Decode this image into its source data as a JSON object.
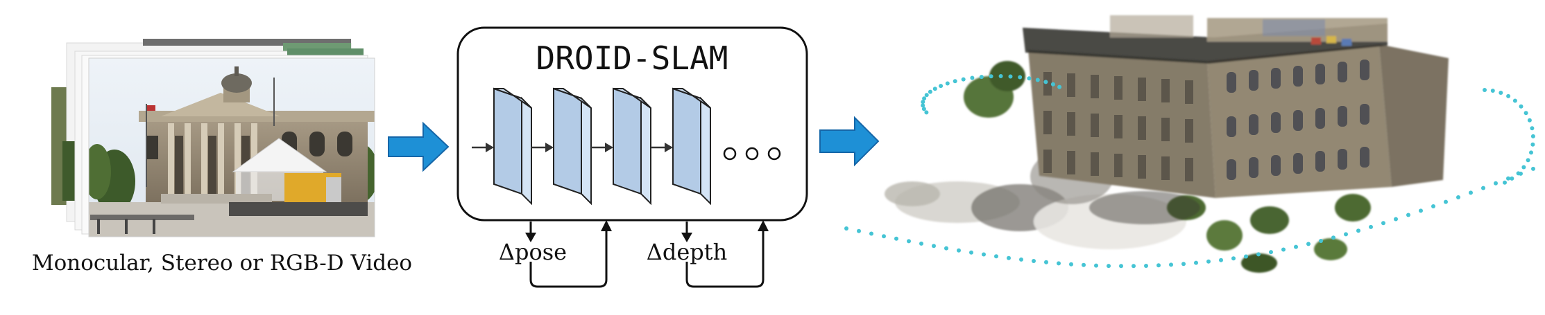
{
  "input": {
    "caption": "Monocular, Stereo or RGB-D Video",
    "frame_count": 4
  },
  "system": {
    "title": "DROID-SLAM",
    "update_block_count": 4,
    "continuation_dot_count": 3,
    "feedback_labels": [
      "Δpose",
      "Δdepth"
    ]
  },
  "output": {
    "description_icon": "point-cloud-reconstruction"
  },
  "colors": {
    "arrow_fill": "#1e90d6",
    "arrow_stroke": "#1566a8",
    "block_front": "#b3cbe6",
    "block_side": "#d4e4f5",
    "trajectory": "#45c4d4",
    "building_stone": "#8c8270",
    "foliage": "#4e6a33"
  }
}
